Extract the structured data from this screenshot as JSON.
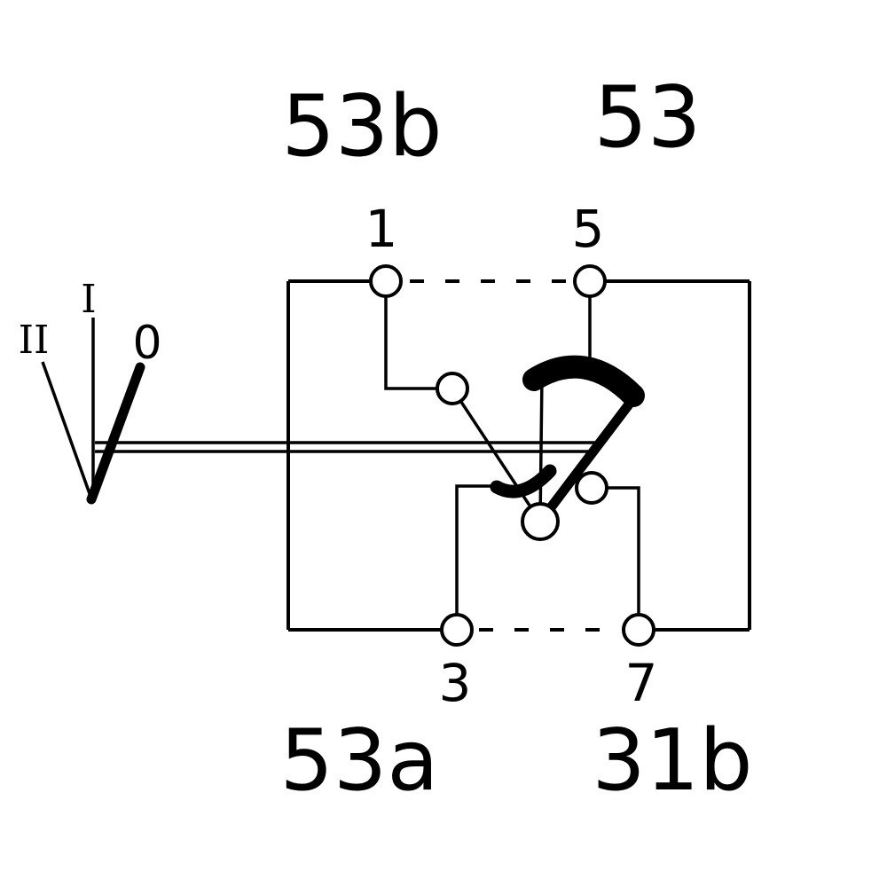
{
  "diagram": {
    "terminals": {
      "top_left": {
        "label": "53b",
        "pin": "1"
      },
      "top_right": {
        "label": "53",
        "pin": "5"
      },
      "bottom_left": {
        "label": "53a",
        "pin": "3"
      },
      "bottom_right": {
        "label": "31b",
        "pin": "7"
      }
    },
    "switch_positions": {
      "pos_one": "I",
      "pos_two": "II",
      "pos_zero": "0"
    },
    "colors": {
      "line": "#000000",
      "background": "#ffffff"
    }
  }
}
